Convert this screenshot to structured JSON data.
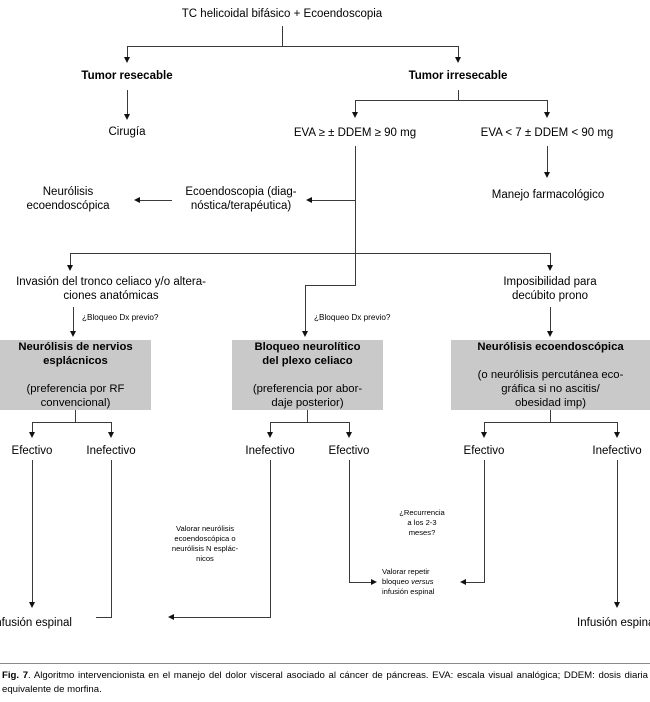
{
  "figure": {
    "label": "Fig. 7",
    "caption": ". Algoritmo intervencionista en el manejo del dolor visceral asociado al cáncer de páncreas. EVA: escala visual analógica; DDEM: dosis diaria equivalente de morfina.",
    "box_fill_color": "#c9c9c9",
    "line_color": "#3a3a3a"
  },
  "chart_data": {
    "type": "diagram",
    "title": "Algoritmo intervencionista en el manejo del dolor visceral asociado al cáncer de páncreas"
  },
  "nodes": {
    "root": "TC helicoidal bifásico + Ecoendoscopia",
    "resecable": "Tumor resecable",
    "irresecable": "Tumor irresecable",
    "cirugia": "Cirugía",
    "eva_high": "EVA ≥ ± DDEM ≥ 90 mg",
    "eva_low": "EVA < 7 ± DDEM < 90 mg",
    "neurolisis_eco": "Neurólisis\necoendoscópica",
    "ecoendoscopia_diag": "Ecoendoscopia (diag-\nnóstica/terapéutica)",
    "manejo_farma": "Manejo farmacológico",
    "invasion_tronco": "Invasión del tronco celiaco y/o altera-\nciones anatómicas",
    "imposibilidad": "Imposibilidad para\ndecúbito prono",
    "bloqueo_dx_1": "¿Bloqueo Dx previo?",
    "bloqueo_dx_2": "¿Bloqueo Dx previo?"
  },
  "boxes": [
    {
      "id": "box-neurolisis-esplacnicos",
      "head": "Neurólisis de nervios\nesplácnicos",
      "body": "(preferencia por RF\nconvencional)"
    },
    {
      "id": "box-bloqueo-plexo-celiaco",
      "head": "Bloqueo neurolítico\ndel plexo celiaco",
      "body": "(preferencia por abor-\ndaje posterior)"
    },
    {
      "id": "box-neurolisis-ecoendoscopica",
      "head": "Neurólisis ecoendoscópica",
      "body": "(o neurólisis percutánea eco-\ngráfica si no ascitis/\nobesidad imp)"
    }
  ],
  "outcomes": {
    "b1_left": "Efectivo",
    "b1_right": "Inefectivo",
    "b2_left": "Inefectivo",
    "b2_right": "Efectivo",
    "b3_left": "Efectivo",
    "b3_right": "Inefectivo"
  },
  "annotations": {
    "valorar_neurolisis": "Valorar neurólisis\necoendoscópica o\nneurólisis N esplác-\nnicos",
    "recurrencia": "¿Recurrencia\na los 2-3\nmeses?",
    "valorar_repetir_1": "Valorar repetir",
    "valorar_repetir_ital": "versus",
    "valorar_repetir_2": "bloqueo ",
    "valorar_repetir_3": "infusión espinal"
  },
  "terminals": {
    "infusion_left": "Infusión espinal",
    "infusion_right": "Infusión espinal"
  }
}
